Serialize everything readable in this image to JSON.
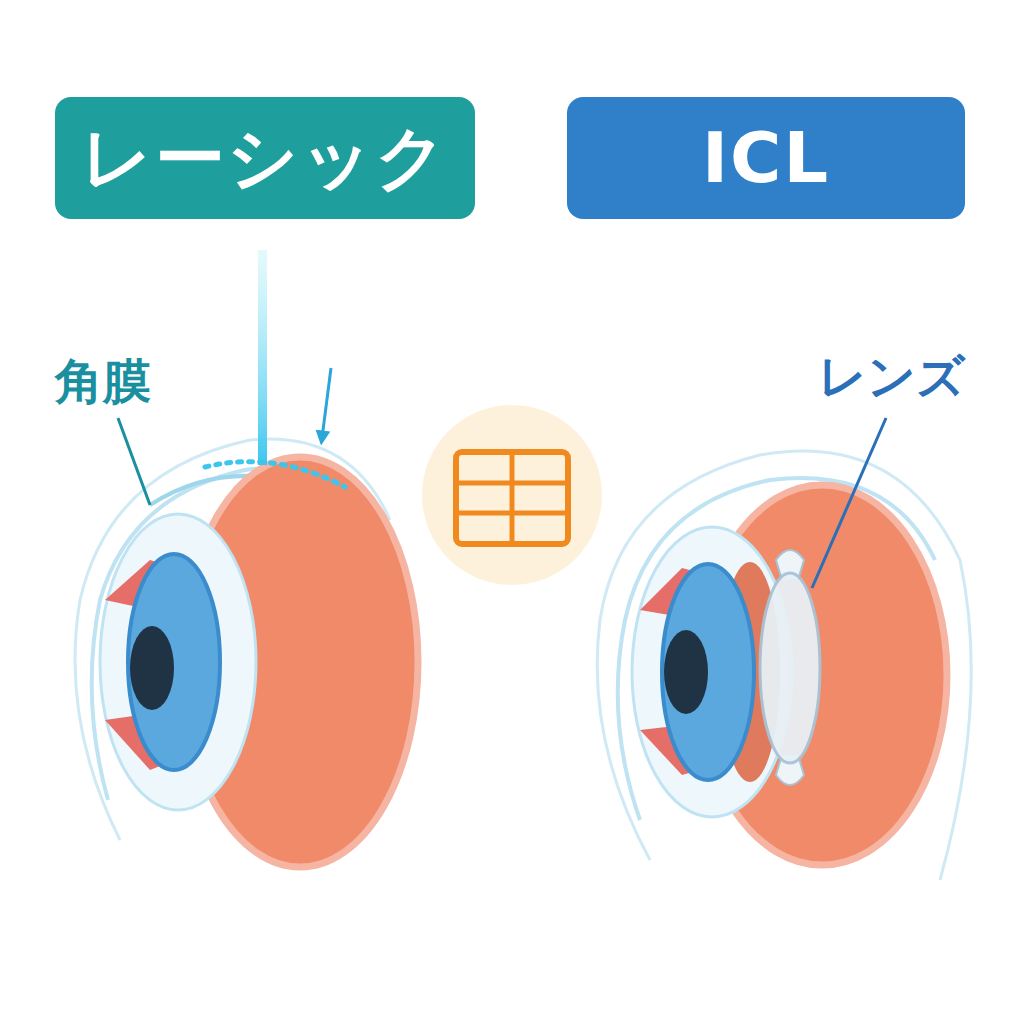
{
  "diagram": {
    "nodes": [
      {
        "text": [
          "レーシック"
        ]
      },
      {
        "text": [
          "ICL"
        ]
      }
    ],
    "labels": [
      "角膜",
      "レンズ"
    ]
  }
}
